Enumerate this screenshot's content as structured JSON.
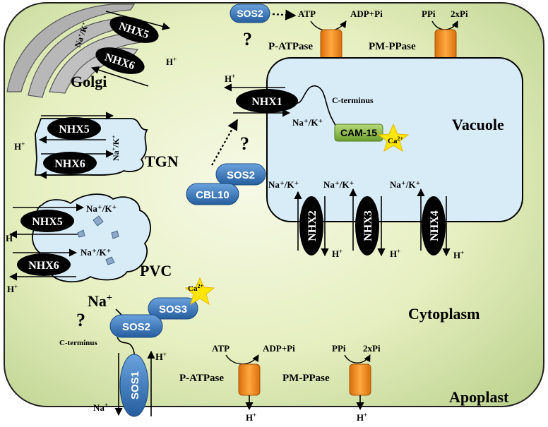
{
  "colors": {
    "cell_fill_light": "#f3f7df",
    "cell_fill_dark": "#b9d08a",
    "vacuole_fill": "#d7ecf7",
    "organelle_fill": "#d7ecf7",
    "transporter_black": "#000000",
    "sos_blue": "#2f6fb7",
    "pump_orange": "#f08a1c",
    "cam_green": "#8fc04a",
    "calcium_yellow": "#ffe600",
    "golgi_gray": "#a7a7a7"
  },
  "regions": {
    "golgi": "Golgi",
    "tgn": "TGN",
    "pvc": "PVC",
    "vacuole": "Vacuole",
    "cytoplasm": "Cytoplasm",
    "apoplast": "Apoplast"
  },
  "golgi": {
    "nhx5": "NHX5",
    "nhx6": "NHX6",
    "ion_na": "Na",
    "ion_k": "K",
    "proton": "H"
  },
  "tgn": {
    "nhx5": "NHX5",
    "nhx6": "NHX6",
    "ion_na": "Na",
    "ion_k": "K",
    "proton": "H"
  },
  "pvc": {
    "nhx5": "NHX5",
    "nhx6": "NHX6",
    "ion_label": "Na⁺/K⁺",
    "proton": "H"
  },
  "top_membrane": {
    "sos2": "SOS2",
    "question": "?",
    "atp": "ATP",
    "adp_pi": "ADP+Pi",
    "ppi": "PPi",
    "two_pi": "2xPi",
    "p_atpase": "P-ATPase",
    "pm_ppase": "PM-PPase",
    "proton": "H"
  },
  "vacuole_membrane": {
    "nhx1": "NHX1",
    "proton": "H",
    "c_terminus": "C-terminus",
    "ion_label": "Na⁺/K⁺",
    "cam15": "CAM-15",
    "calcium": "Ca",
    "nhx2": "NHX2",
    "nhx3": "NHX3",
    "nhx4": "NHX4"
  },
  "sos_complex_upper": {
    "question": "?",
    "sos2": "SOS2",
    "cbl10": "CBL10"
  },
  "plasma_membrane": {
    "na": "Na",
    "question": "?",
    "sos3": "SOS3",
    "sos2": "SOS2",
    "calcium": "Ca",
    "c_terminus": "C-terminus",
    "sos1": "SOS1",
    "proton": "H",
    "atp": "ATP",
    "adp_pi": "ADP+Pi",
    "ppi": "PPi",
    "two_pi": "2xPi",
    "p_atpase": "P-ATPase",
    "pm_ppase": "PM-PPase"
  },
  "superscripts": {
    "plus": "+",
    "two_plus": "2+"
  },
  "separator": "/"
}
